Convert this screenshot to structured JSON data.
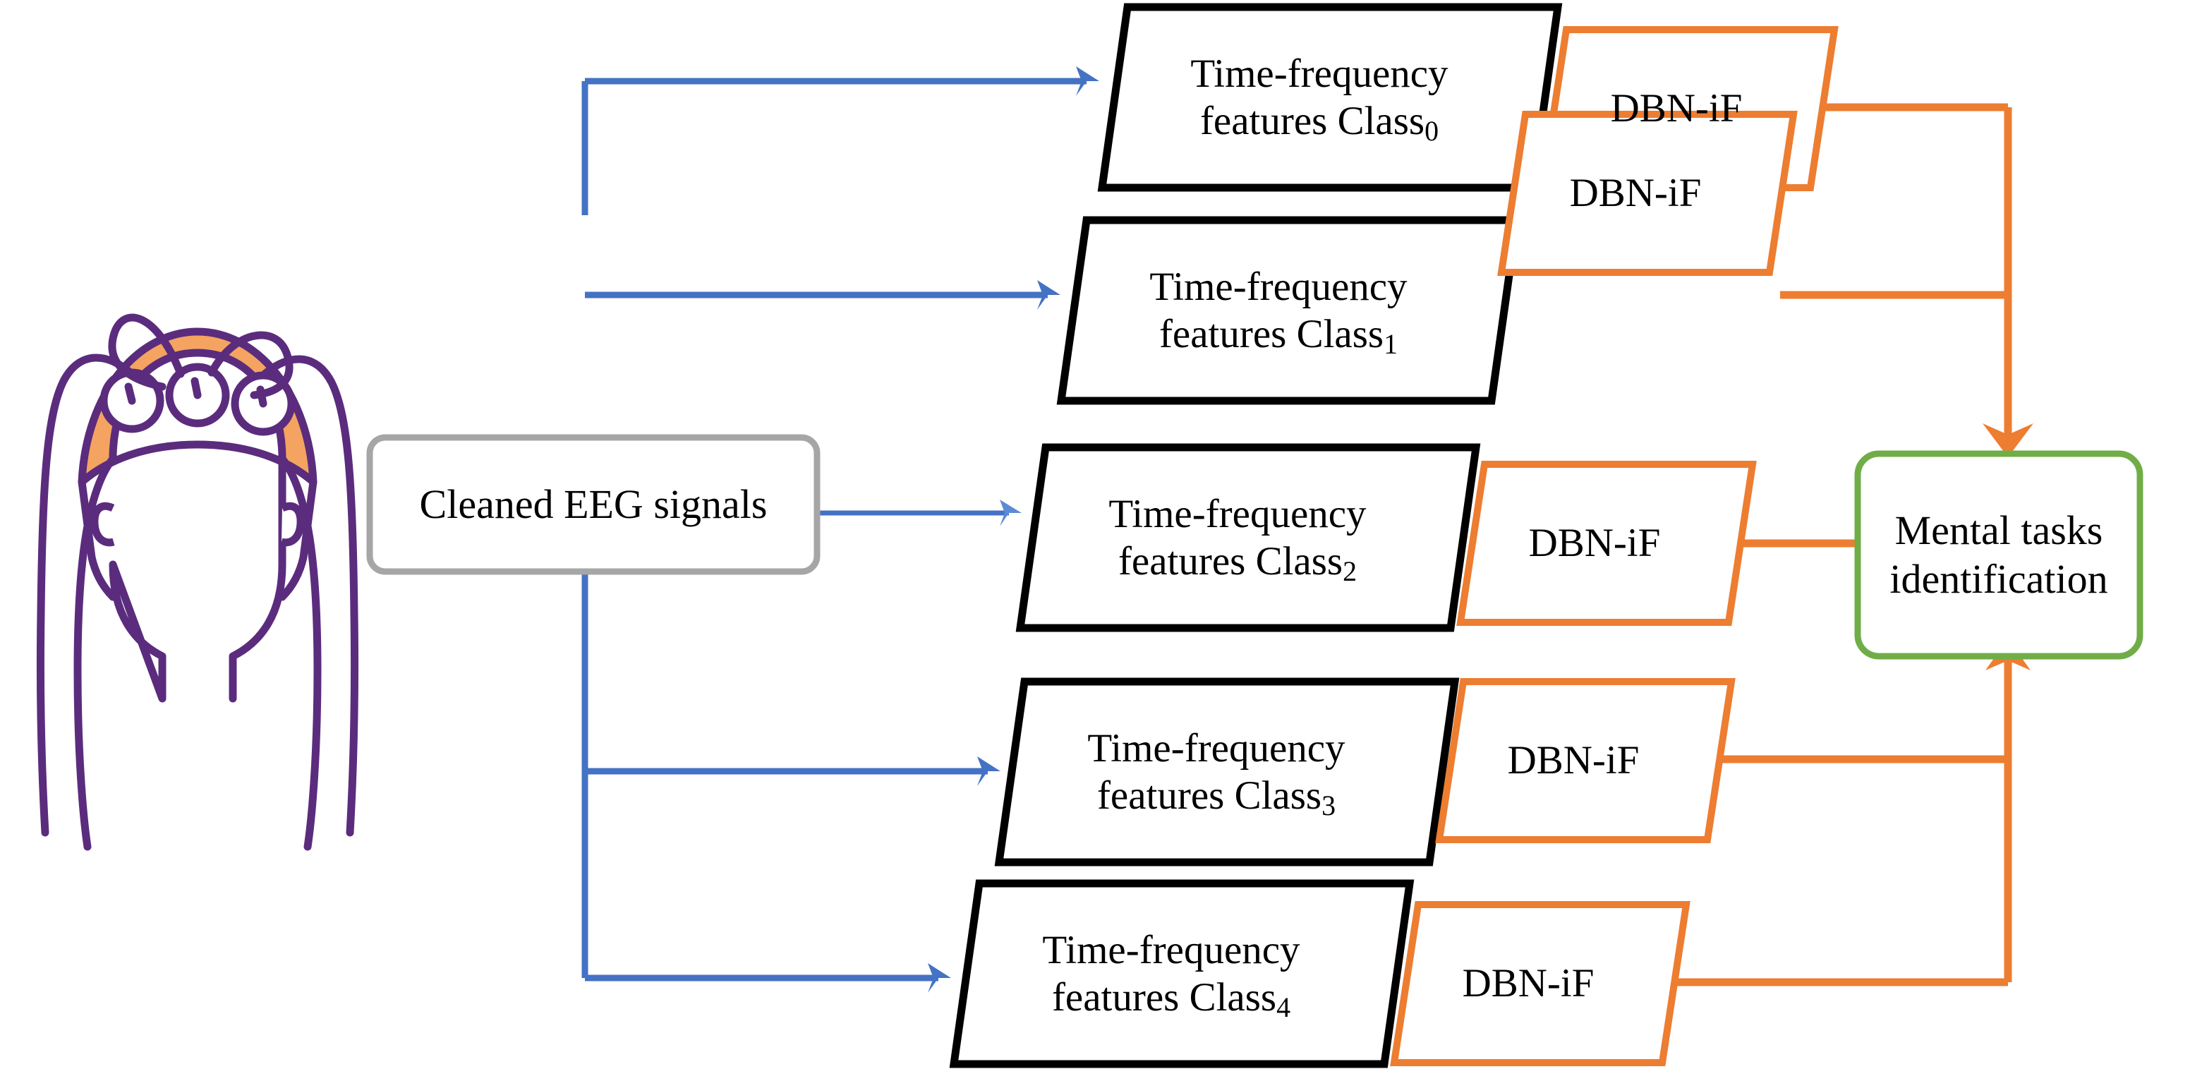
{
  "diagram": {
    "title": "EEG mental task identification pipeline",
    "source": {
      "label": "Cleaned EEG signals",
      "shape": "rounded-rectangle",
      "border_color": "#A6A6A6"
    },
    "illustration": {
      "name": "eeg-cap-head",
      "cap_color": "#F4A460",
      "outline_color": "#5B2C7D",
      "electrodes": 3
    },
    "rows": [
      {
        "feature_label_line1": "Time-frequency",
        "feature_label_line2": "features Class",
        "class_index": "0",
        "model_label": "DBN-iF"
      },
      {
        "feature_label_line1": "Time-frequency",
        "feature_label_line2": "features Class",
        "class_index": "1",
        "model_label": "DBN-iF"
      },
      {
        "feature_label_line1": "Time-frequency",
        "feature_label_line2": "features Class",
        "class_index": "2",
        "model_label": "DBN-iF"
      },
      {
        "feature_label_line1": "Time-frequency",
        "feature_label_line2": "features Class",
        "class_index": "3",
        "model_label": "DBN-iF"
      },
      {
        "feature_label_line1": "Time-frequency",
        "feature_label_line2": "features Class",
        "class_index": "4",
        "model_label": "DBN-iF"
      }
    ],
    "output": {
      "label_line1": "Mental tasks",
      "label_line2": "identification",
      "shape": "rounded-rectangle",
      "border_color": "#70AD47"
    },
    "colors": {
      "signal_arrow": "#4472C4",
      "model_arrow": "#ED7D31",
      "feature_box_border": "#000000",
      "model_box_border": "#ED7D31",
      "source_box_border": "#A6A6A6",
      "output_box_border": "#70AD47",
      "cap_fill": "#F4A460",
      "head_outline": "#5B2C7D",
      "background": "#FFFFFF"
    }
  }
}
